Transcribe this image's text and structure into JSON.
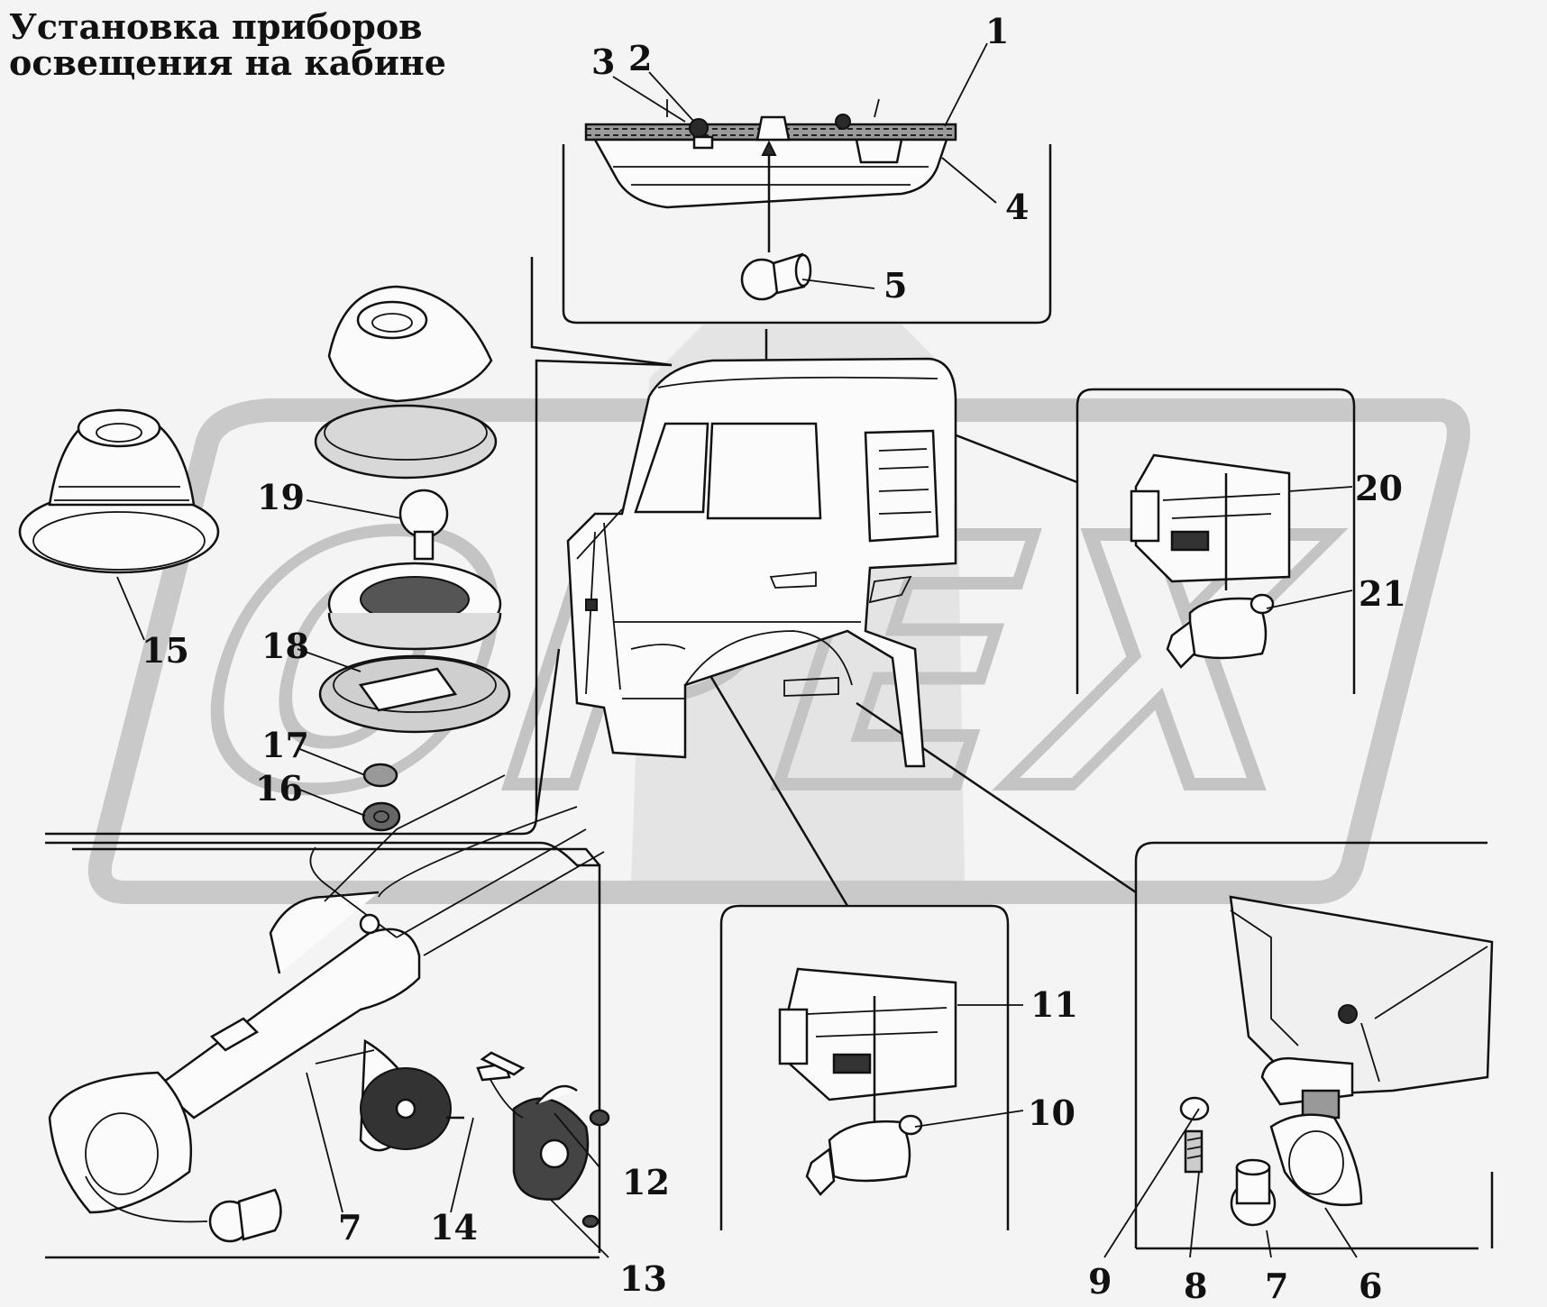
{
  "title": {
    "line1": "Установка приборов",
    "line2": "освещения на кабине"
  },
  "watermark": {
    "text": "OPEX",
    "color": "#c8c8c8"
  },
  "callouts": {
    "c1": "1",
    "c2": "2",
    "c3": "3",
    "c4": "4",
    "c5": "5",
    "c6": "6",
    "c7a": "7",
    "c7b": "7",
    "c8": "8",
    "c9": "9",
    "c10": "10",
    "c11": "11",
    "c12": "12",
    "c13": "13",
    "c14": "14",
    "c15": "15",
    "c16": "16",
    "c17": "17",
    "c18": "18",
    "c19": "19",
    "c20": "20",
    "c21": "21"
  }
}
